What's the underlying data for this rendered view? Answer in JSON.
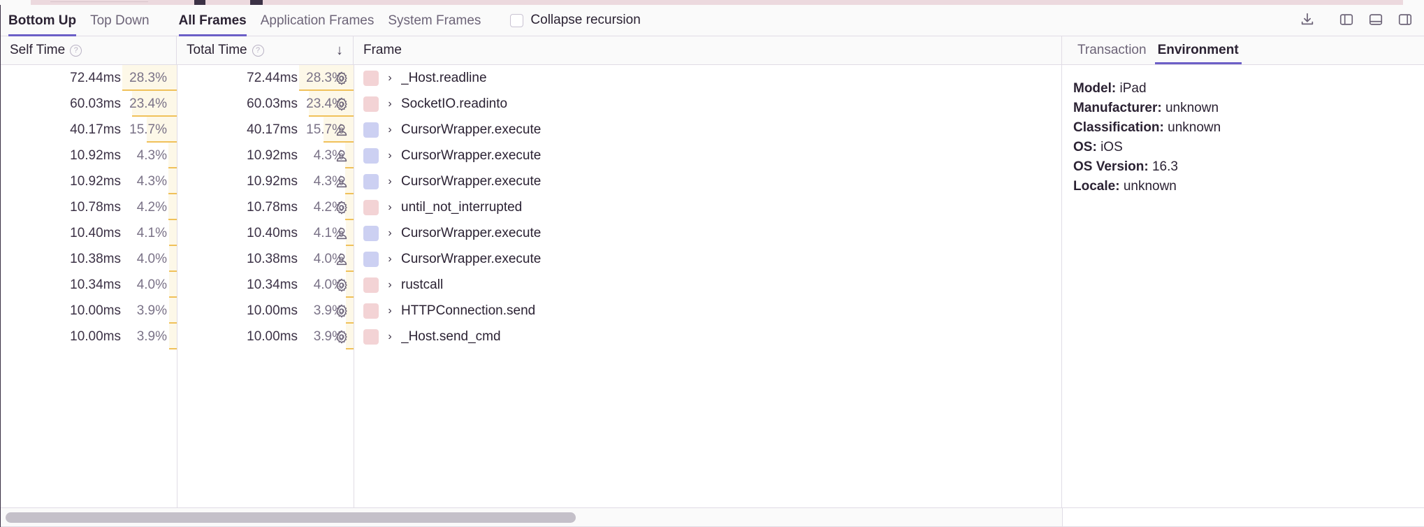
{
  "toolbar": {
    "tabs": [
      {
        "label": "Bottom Up",
        "active": true
      },
      {
        "label": "Top Down",
        "active": false
      },
      {
        "label": "All Frames",
        "active": true
      },
      {
        "label": "Application Frames",
        "active": false
      },
      {
        "label": "System Frames",
        "active": false
      }
    ],
    "collapse_recursion_label": "Collapse recursion",
    "collapse_recursion_checked": false,
    "actions": [
      {
        "name": "export-button",
        "icon": "download-icon"
      },
      {
        "name": "layout-left-panel-button",
        "icon": "panel-left-icon"
      },
      {
        "name": "layout-bottom-panel-button",
        "icon": "panel-bottom-icon"
      },
      {
        "name": "layout-right-panel-button",
        "icon": "panel-right-icon"
      }
    ]
  },
  "columns": {
    "self_time": "Self Time",
    "total_time": "Total Time",
    "frame": "Frame",
    "sort_indicator": "↓",
    "help_glyph": "?"
  },
  "right_panel": {
    "tabs": [
      {
        "label": "Transaction",
        "active": false
      },
      {
        "label": "Environment",
        "active": true
      }
    ],
    "environment": [
      {
        "key": "Model:",
        "value": "iPad"
      },
      {
        "key": "Manufacturer:",
        "value": "unknown"
      },
      {
        "key": "Classification:",
        "value": "unknown"
      },
      {
        "key": "OS:",
        "value": "iOS"
      },
      {
        "key": "OS Version:",
        "value": "16.3"
      },
      {
        "key": "Locale:",
        "value": "unknown"
      }
    ]
  },
  "colors": {
    "accent": "#6c5fc7",
    "bar_fill": "#fdf8e8",
    "bar_line": "#f0c15a",
    "system_swatch": "#f3d3d5",
    "application_swatch": "#ccd0f2",
    "text": "#2b2233",
    "muted_text": "#7a7287",
    "border": "#e0dce5",
    "top_sliver": "#ecd9de"
  },
  "rows": [
    {
      "self_time": "72.44ms",
      "self_pct": "28.3%",
      "self_pct_num": 28.3,
      "total_time": "72.44ms",
      "total_pct": "28.3%",
      "total_pct_num": 28.3,
      "kind": "gear-icon",
      "swatch": "#f3d3d5",
      "chevron": "›",
      "frame": "_Host.readline"
    },
    {
      "self_time": "60.03ms",
      "self_pct": "23.4%",
      "self_pct_num": 23.4,
      "total_time": "60.03ms",
      "total_pct": "23.4%",
      "total_pct_num": 23.4,
      "kind": "gear-icon",
      "swatch": "#f3d3d5",
      "chevron": "›",
      "frame": "SocketIO.readinto"
    },
    {
      "self_time": "40.17ms",
      "self_pct": "15.7%",
      "self_pct_num": 15.7,
      "total_time": "40.17ms",
      "total_pct": "15.7%",
      "total_pct_num": 15.7,
      "kind": "person-icon",
      "swatch": "#ccd0f2",
      "chevron": "›",
      "frame": "CursorWrapper.execute"
    },
    {
      "self_time": "10.92ms",
      "self_pct": "4.3%",
      "self_pct_num": 4.3,
      "total_time": "10.92ms",
      "total_pct": "4.3%",
      "total_pct_num": 4.3,
      "kind": "person-icon",
      "swatch": "#ccd0f2",
      "chevron": "›",
      "frame": "CursorWrapper.execute"
    },
    {
      "self_time": "10.92ms",
      "self_pct": "4.3%",
      "self_pct_num": 4.3,
      "total_time": "10.92ms",
      "total_pct": "4.3%",
      "total_pct_num": 4.3,
      "kind": "person-icon",
      "swatch": "#ccd0f2",
      "chevron": "›",
      "frame": "CursorWrapper.execute"
    },
    {
      "self_time": "10.78ms",
      "self_pct": "4.2%",
      "self_pct_num": 4.2,
      "total_time": "10.78ms",
      "total_pct": "4.2%",
      "total_pct_num": 4.2,
      "kind": "gear-icon",
      "swatch": "#f3d3d5",
      "chevron": "›",
      "frame": "until_not_interrupted"
    },
    {
      "self_time": "10.40ms",
      "self_pct": "4.1%",
      "self_pct_num": 4.1,
      "total_time": "10.40ms",
      "total_pct": "4.1%",
      "total_pct_num": 4.1,
      "kind": "person-icon",
      "swatch": "#ccd0f2",
      "chevron": "›",
      "frame": "CursorWrapper.execute"
    },
    {
      "self_time": "10.38ms",
      "self_pct": "4.0%",
      "self_pct_num": 4.0,
      "total_time": "10.38ms",
      "total_pct": "4.0%",
      "total_pct_num": 4.0,
      "kind": "person-icon",
      "swatch": "#ccd0f2",
      "chevron": "›",
      "frame": "CursorWrapper.execute"
    },
    {
      "self_time": "10.34ms",
      "self_pct": "4.0%",
      "self_pct_num": 4.0,
      "total_time": "10.34ms",
      "total_pct": "4.0%",
      "total_pct_num": 4.0,
      "kind": "gear-icon",
      "swatch": "#f3d3d5",
      "chevron": "›",
      "frame": "rustcall"
    },
    {
      "self_time": "10.00ms",
      "self_pct": "3.9%",
      "self_pct_num": 3.9,
      "total_time": "10.00ms",
      "total_pct": "3.9%",
      "total_pct_num": 3.9,
      "kind": "gear-icon",
      "swatch": "#f3d3d5",
      "chevron": "›",
      "frame": "HTTPConnection.send"
    },
    {
      "self_time": "10.00ms",
      "self_pct": "3.9%",
      "self_pct_num": 3.9,
      "total_time": "10.00ms",
      "total_pct": "3.9%",
      "total_pct_num": 3.9,
      "kind": "gear-icon",
      "swatch": "#f3d3d5",
      "chevron": "›",
      "frame": "_Host.send_cmd"
    }
  ],
  "scrollbar": {
    "thumb_fraction": 0.54
  }
}
